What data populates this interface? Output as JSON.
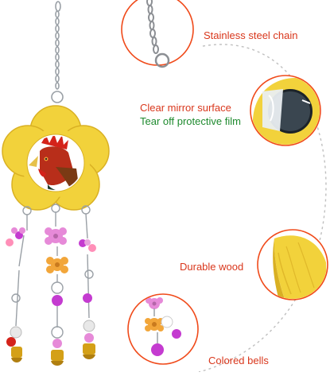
{
  "callouts": {
    "chain": "Stainless steel chain",
    "mirror": "Clear mirror surface",
    "film": "Tear off protective film",
    "wood": "Durable wood",
    "bells": "Colored bells"
  },
  "colors": {
    "callout_red": "#d9371c",
    "callout_green": "#1e8a2e",
    "wood_yellow": "#f2d23b",
    "wood_edge": "#d9b023",
    "chain": "#9aa0a6",
    "flower_pink": "#e68ad8",
    "flower_orange": "#f2a63a",
    "bell_purple": "#c43bd0",
    "bell_gold": "#d4a017",
    "dashed_arc": "#bfbfbf"
  },
  "icons": [
    "chain-icon",
    "mirror-icon",
    "wood-icon",
    "bell-icon",
    "flower-bead-icon"
  ]
}
